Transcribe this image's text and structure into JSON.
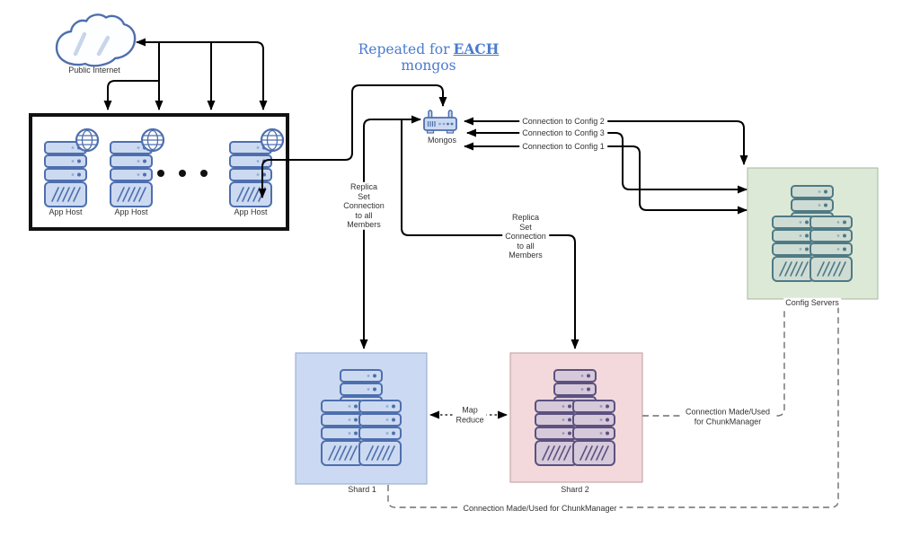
{
  "title": {
    "part1": "Repeated for",
    "part2": "EACH",
    "line2": "mongos"
  },
  "nodes": {
    "public_internet": "Public Internet",
    "app_hosts": [
      "App Host",
      "App Host",
      "App Host"
    ],
    "mongos": "Mongos",
    "shard1": "Shard 1",
    "shard2": "Shard 2",
    "config_servers": "Config Servers"
  },
  "edges": {
    "config2": "Connection to Config 2",
    "config3": "Connection to Config 3",
    "config1": "Connection to Config 1",
    "replica1": {
      "lines": [
        "Replica",
        "Set",
        "Connection",
        "to all",
        "Members"
      ]
    },
    "replica2": {
      "lines": [
        "Replica",
        "Set",
        "Connection",
        "to all",
        "Members"
      ]
    },
    "map_reduce": {
      "lines": [
        "Map",
        "Reduce"
      ]
    },
    "chunk1": {
      "lines": [
        "Connection Made/Used",
        "for ChunkManager"
      ]
    },
    "chunk2": "Connection Made/Used for ChunkManager"
  },
  "colors": {
    "line": "#000000",
    "dashed_line": "#6e6e6e",
    "title_blue": "#4a7bd0",
    "label_text": "#333333",
    "icon_blue": "#4e6fae",
    "icon_fill_blue": "#ccdaf1",
    "app_box_border": "#111111",
    "shard1_bg": "#ccd9f2",
    "shard1_border": "#8fa7cf",
    "shard2_bg": "#f3d9db",
    "shard2_border": "#bd9ba0",
    "shard2_icon": "#5b5180",
    "shard2_icon_fill": "#d6c9da",
    "config_bg": "#dde9d7",
    "config_border": "#a4b89c",
    "config_icon": "#4e7a85",
    "config_icon_fill": "#cfdcd4"
  }
}
